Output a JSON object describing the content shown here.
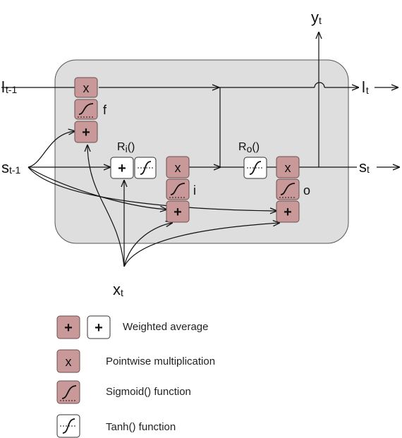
{
  "colors": {
    "cell_fill": "#dedede",
    "gate_fill": "#c9999a",
    "white_box": "#ffffff",
    "line": "#111111"
  },
  "labels": {
    "l_prev_main": "l",
    "l_prev_sub": "t-1",
    "l_next_main": "l",
    "l_next_sub": "t",
    "s_prev_main": "s",
    "s_prev_sub": "t-1",
    "s_next_main": "s",
    "s_next_sub": "t",
    "y_main": "y",
    "y_sub": "t",
    "x_main": "x",
    "x_sub": "t",
    "ri_main": "R",
    "ri_sub": "i",
    "ri_paren": "()",
    "ro_main": "R",
    "ro_sub": "o",
    "ro_paren": "()",
    "gate_f": "f",
    "gate_i": "i",
    "gate_o": "o"
  },
  "symbols": {
    "multiply": "x",
    "plus": "+"
  },
  "legend": [
    {
      "icon": "weighted-average-icons",
      "label": "Weighted average"
    },
    {
      "icon": "pointwise-multiplication-icon",
      "label": "Pointwise multiplication"
    },
    {
      "icon": "sigmoid-icon",
      "label": "Sigmoid() function"
    },
    {
      "icon": "tanh-icon",
      "label": "Tanh() function"
    }
  ]
}
